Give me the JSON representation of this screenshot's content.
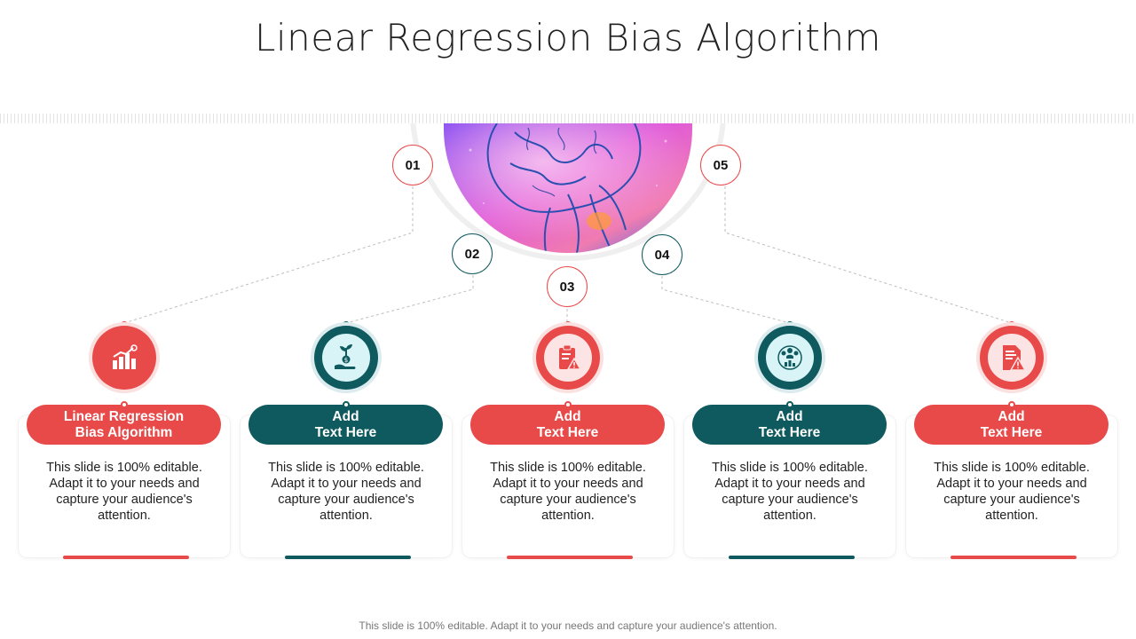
{
  "title": "Linear Regression Bias Algorithm",
  "colors": {
    "red": "#e84a4a",
    "teal": "#0f5a5f"
  },
  "hero_image": {
    "subject": "brain-illustration"
  },
  "numbers": [
    "01",
    "02",
    "03",
    "04",
    "05"
  ],
  "steps": [
    {
      "heading": "Linear Regression\nBias Algorithm",
      "description": "This slide is 100% editable. Adapt it to your needs and capture your audience's attention.",
      "color": "red",
      "icon": "growth-chart-icon"
    },
    {
      "heading": "Add\nText Here",
      "description": "This slide is 100% editable. Adapt it to your needs and capture your audience's attention.",
      "color": "teal",
      "icon": "money-plant-hand-icon"
    },
    {
      "heading": "Add\nText Here",
      "description": "This slide is 100% editable. Adapt it to your needs and capture your audience's attention.",
      "color": "red",
      "icon": "clipboard-warning-icon"
    },
    {
      "heading": "Add\nText Here",
      "description": "This slide is 100% editable. Adapt it to your needs and capture your audience's attention.",
      "color": "teal",
      "icon": "team-chart-icon"
    },
    {
      "heading": "Add\nText Here",
      "description": "This slide is 100% editable. Adapt it to your needs and capture your audience's attention.",
      "color": "red",
      "icon": "document-alert-icon"
    }
  ],
  "footer": "This slide is 100% editable. Adapt it to your needs and capture your audience's attention."
}
